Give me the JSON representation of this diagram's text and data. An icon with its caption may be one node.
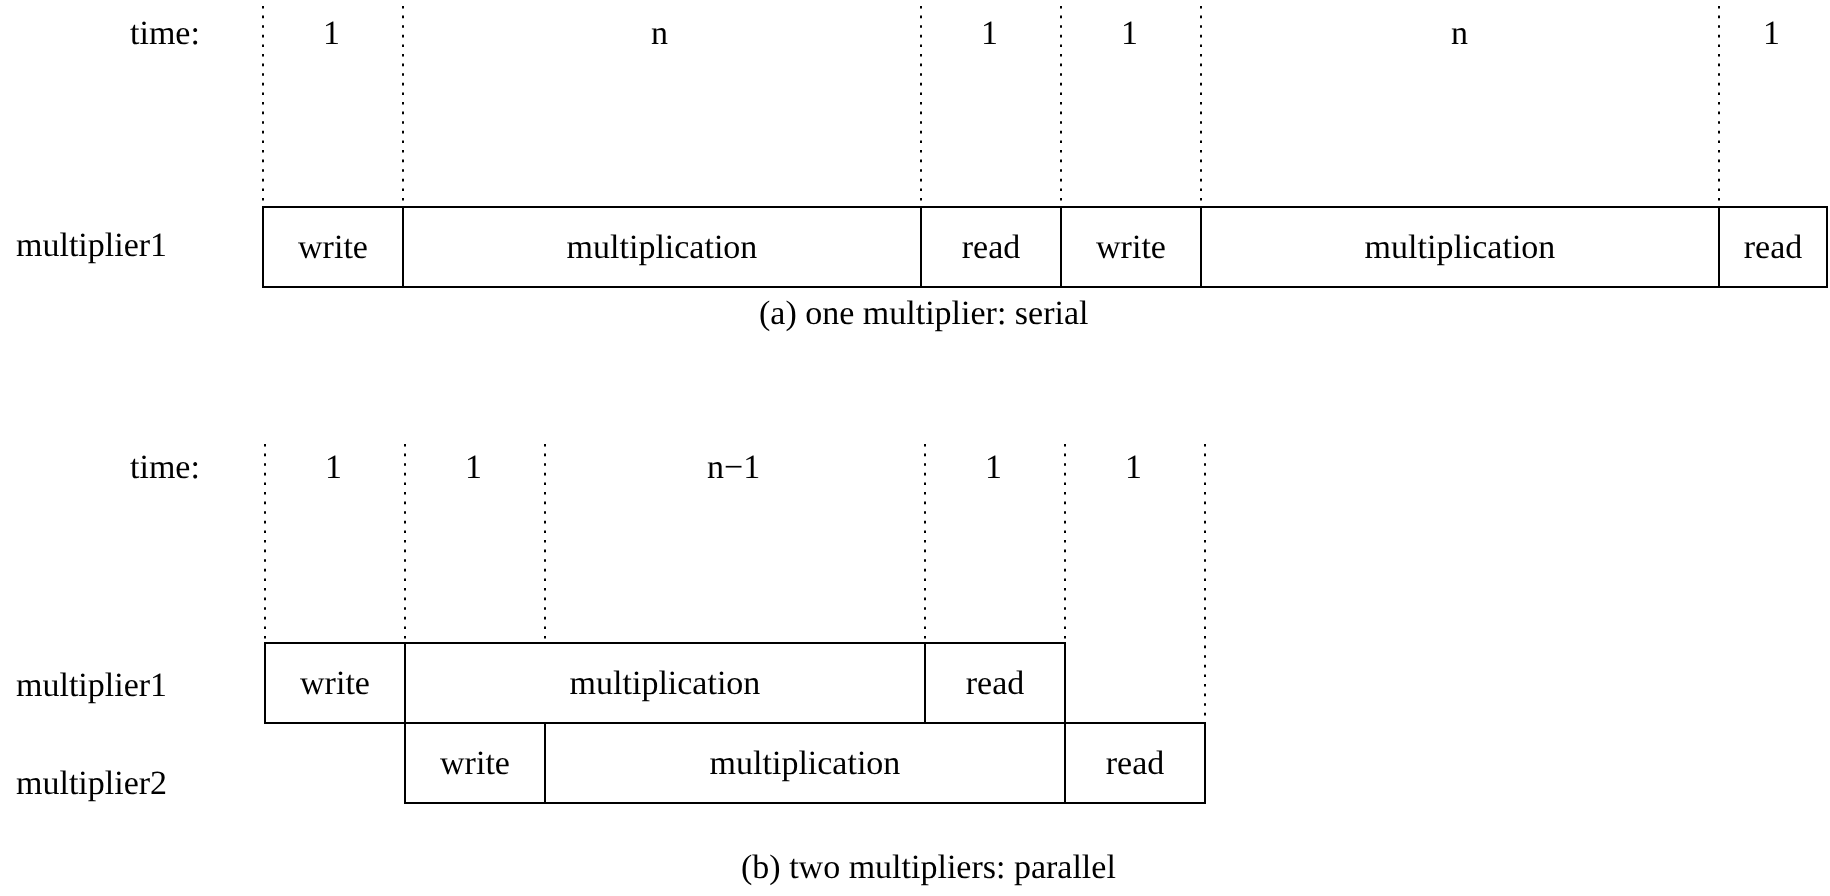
{
  "diagram": {
    "nodes": [
      {
        "text": [
          "write"
        ]
      },
      {
        "text": [
          "multiplication"
        ]
      },
      {
        "text": [
          "read"
        ]
      },
      {
        "text": [
          "write"
        ]
      },
      {
        "text": [
          "multiplication"
        ]
      },
      {
        "text": [
          "read"
        ]
      },
      {
        "text": [
          "write"
        ]
      },
      {
        "text": [
          "multiplication"
        ]
      },
      {
        "text": [
          "read"
        ]
      },
      {
        "text": [
          "write"
        ]
      },
      {
        "text": [
          "multiplication"
        ]
      },
      {
        "text": [
          "read"
        ]
      }
    ],
    "labels": [
      "time:",
      "1",
      "n",
      "1",
      "1",
      "n",
      "1",
      "multiplier1",
      "(a) one multiplier: serial",
      "time:",
      "1",
      "1",
      "n−1",
      "1",
      "1",
      "multiplier1",
      "multiplier2",
      "(b) two multipliers: parallel"
    ]
  }
}
